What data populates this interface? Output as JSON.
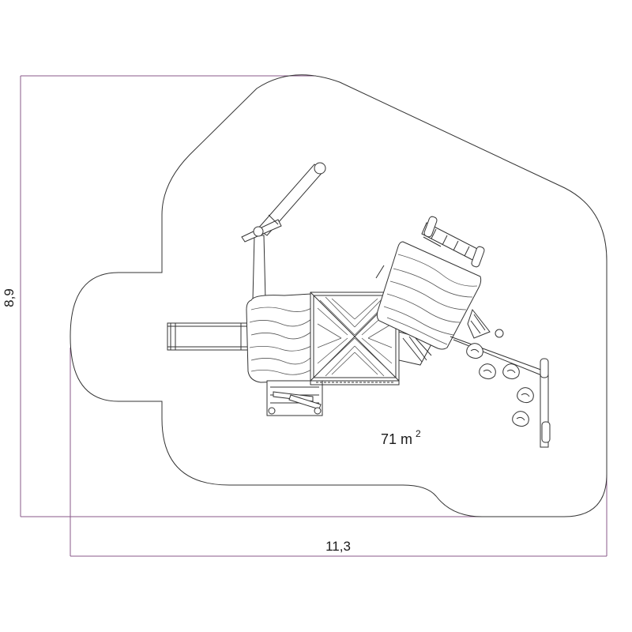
{
  "dimensions": {
    "height_label": "8,9",
    "width_label": "11,3"
  },
  "area": {
    "value": "71 m",
    "superscript": "2"
  },
  "colors": {
    "dimension_line": "#8a5a8a",
    "outline": "#333333"
  }
}
